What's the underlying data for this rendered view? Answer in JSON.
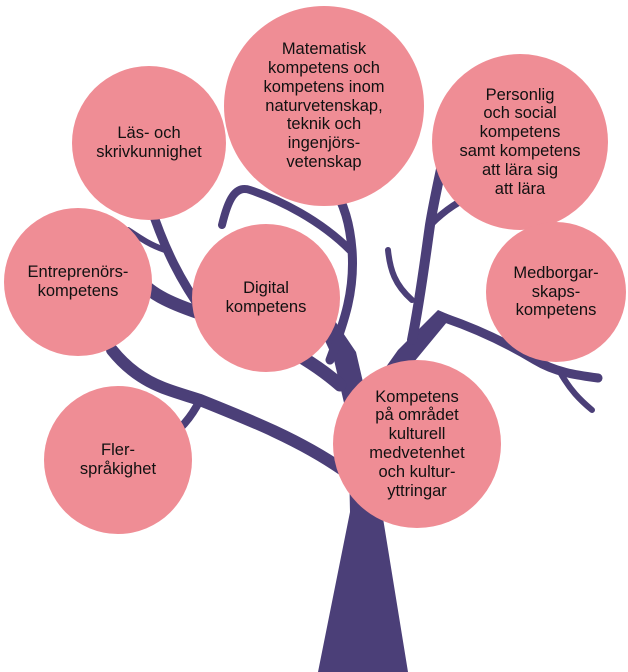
{
  "colors": {
    "background": "#ffffff",
    "tree": "#4b3f78",
    "bubble": "#ef8d95",
    "text": "#111111"
  },
  "competences": [
    {
      "id": "las",
      "label": "Läs- och\nskrivkunnighet"
    },
    {
      "id": "matematisk",
      "label": "Matematisk\nkompetens och\nkompetens inom\nnaturvetenskap,\nteknik och\ningenjörs-\nvetenskap"
    },
    {
      "id": "personlig",
      "label": "Personlig\noch social\nkompetens\nsamt kompetens\natt lära sig\natt lära"
    },
    {
      "id": "entreprenor",
      "label": "Entreprenörs-\nkompetens"
    },
    {
      "id": "digital",
      "label": "Digital\nkompetens"
    },
    {
      "id": "medborgar",
      "label": "Medborgar-\nskaps-\nkompetens"
    },
    {
      "id": "kulturell",
      "label": "Kompetens\npå området\nkulturell\nmedvetenhet\noch kultur-\nyttringar"
    },
    {
      "id": "flersprakighet",
      "label": "Fler-\nspråkighet"
    }
  ]
}
